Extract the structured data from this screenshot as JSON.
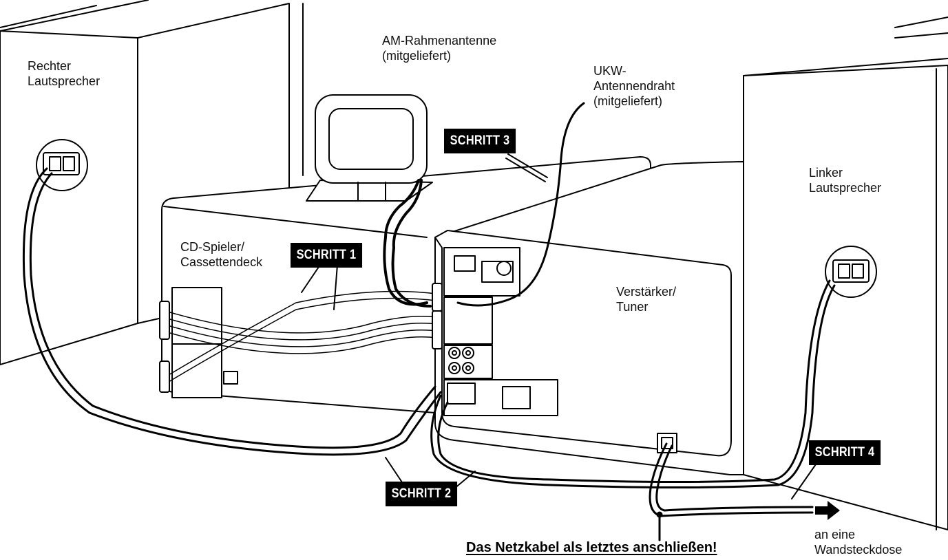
{
  "labels": {
    "right_speaker": "Rechter\nLautsprecher",
    "am_antenna": "AM-Rahmenantenne\n(mitgeliefert)",
    "fm_antenna": "UKW-\nAntennendraht\n(mitgeliefert)",
    "cd_deck": "CD-Spieler/\nCassettendeck",
    "amp_tuner": "Verstärker/\nTuner",
    "left_speaker": "Linker\nLautsprecher",
    "wall_outlet": "an eine\nWandsteckdose"
  },
  "steps": {
    "step1": "SCHRITT 1",
    "step2": "SCHRITT 2",
    "step3": "SCHRITT 3",
    "step4": "SCHRITT 4"
  },
  "warning": "Das Netzkabel als letztes anschließen!",
  "colors": {
    "line": "#000000",
    "fill": "#ffffff",
    "panel": "#f2f2f2"
  }
}
